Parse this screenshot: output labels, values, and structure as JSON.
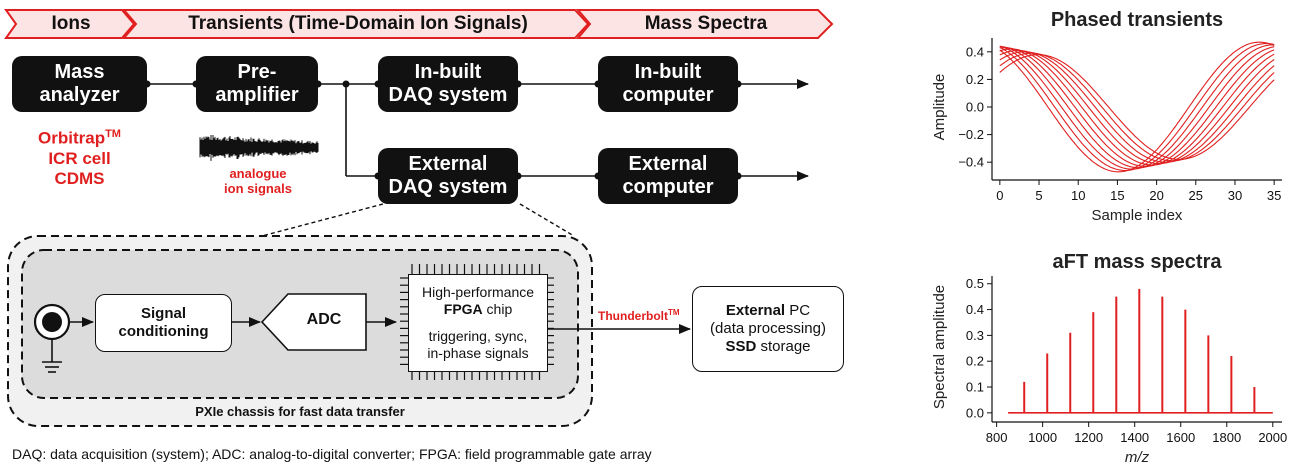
{
  "header": {
    "stage1": "Ions",
    "stage2": "Transients (Time-Domain Ion Signals)",
    "stage3": "Mass Spectra"
  },
  "blocks": {
    "mass_analyzer": [
      "Mass",
      "analyzer"
    ],
    "preamplifier": [
      "Pre-",
      "amplifier"
    ],
    "inbuilt_daq": [
      "In-built",
      "DAQ system"
    ],
    "inbuilt_computer": [
      "In-built",
      "computer"
    ],
    "external_daq": [
      "External",
      "DAQ system"
    ],
    "external_computer": [
      "External",
      "computer"
    ]
  },
  "analyzers": {
    "orbitrap": "Orbitrap",
    "orbitrap_sup": "TM",
    "icr": "ICR cell",
    "cdms": "CDMS"
  },
  "analogue_label": [
    "analogue",
    "ion signals"
  ],
  "detail": {
    "signal_conditioning": [
      "Signal",
      "conditioning"
    ],
    "adc": "ADC",
    "fpga_line1": "High-performance",
    "fpga_bold": "FPGA",
    "fpga_rest": " chip",
    "fpga_line3": "triggering, sync,",
    "fpga_line4": "in-phase signals",
    "thunderbolt": "Thunderbolt",
    "thunderbolt_sup": "TM",
    "pc_bold": "External",
    "pc_rest": " PC",
    "pc_line2": "(data processing)",
    "pc_ssd_bold": "SSD",
    "pc_ssd_rest": " storage",
    "chassis_label": "PXIe chassis for fast data transfer"
  },
  "footnote": "DAQ: data acquisition (system); ADC: analog-to-digital converter; FPGA: field programmable gate array",
  "colors": {
    "accent": "#e02020",
    "block": "#111111",
    "chassis": "#dcdcdc"
  },
  "chart_data": [
    {
      "type": "line",
      "title": "Phased transients",
      "xlabel": "Sample index",
      "ylabel": "Amplitude",
      "xlim": [
        -1,
        36
      ],
      "ylim": [
        -0.5,
        0.5
      ],
      "xticks": [
        0,
        5,
        10,
        15,
        20,
        25,
        30,
        35
      ],
      "yticks": [
        -0.4,
        -0.2,
        0.0,
        0.2,
        0.4
      ],
      "ytick_labels": [
        "−0.4",
        "−0.2",
        "0.0",
        "0.2",
        "0.4"
      ],
      "grid": false,
      "line_color": "#e02020",
      "series": [
        {
          "amplitude": 0.47,
          "phase": 0.5
        },
        {
          "amplitude": 0.46,
          "phase": 0.35
        },
        {
          "amplitude": 0.45,
          "phase": 0.2
        },
        {
          "amplitude": 0.44,
          "phase": 0.05
        },
        {
          "amplitude": 0.43,
          "phase": -0.1
        },
        {
          "amplitude": 0.42,
          "phase": -0.25
        },
        {
          "amplitude": 0.41,
          "phase": -0.4
        },
        {
          "amplitude": 0.4,
          "phase": -0.55
        },
        {
          "amplitude": 0.39,
          "phase": -0.7
        },
        {
          "amplitude": 0.38,
          "phase": -0.85
        }
      ],
      "period": 36,
      "x_start": 0,
      "x_end": 35
    },
    {
      "type": "bar",
      "title": "aFT mass spectra",
      "xlabel": "m/z",
      "ylabel": "Spectral amplitude",
      "xlim": [
        780,
        2040
      ],
      "ylim": [
        -0.02,
        0.53
      ],
      "xticks": [
        800,
        1000,
        1200,
        1400,
        1600,
        1800,
        2000
      ],
      "yticks": [
        0.0,
        0.1,
        0.2,
        0.3,
        0.4,
        0.5
      ],
      "ytick_labels": [
        "0.0",
        "0.1",
        "0.2",
        "0.3",
        "0.4",
        "0.5"
      ],
      "baseline": [
        850,
        2000
      ],
      "grid": false,
      "line_color": "#e02020",
      "x": [
        920,
        1020,
        1120,
        1220,
        1320,
        1420,
        1520,
        1620,
        1720,
        1820,
        1920
      ],
      "values": [
        0.12,
        0.23,
        0.31,
        0.39,
        0.45,
        0.48,
        0.45,
        0.4,
        0.3,
        0.22,
        0.1
      ]
    }
  ]
}
